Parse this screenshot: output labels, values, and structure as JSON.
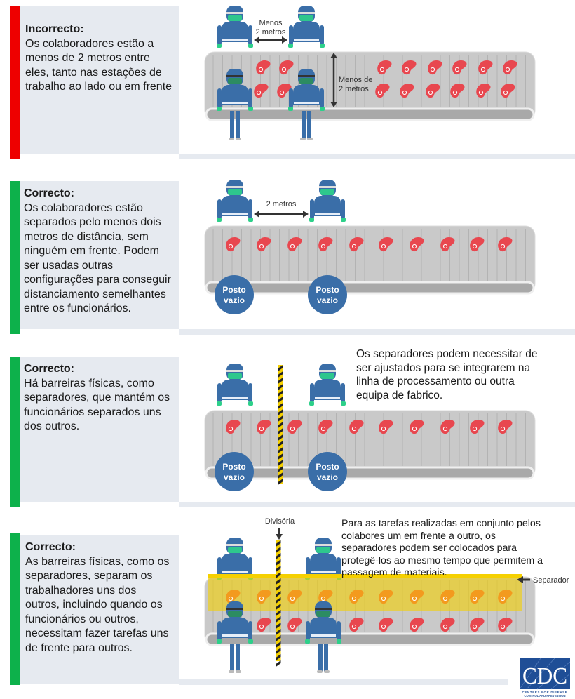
{
  "colors": {
    "incorrect": "#ee0000",
    "correct": "#0db14b",
    "worker": "#3a6ea8",
    "mask": "#2dd08a",
    "meat": "#e8474f",
    "meat_behind_separator": "#f39a1e",
    "separator": "#f5d000",
    "panel_bg": "#e6eaf0"
  },
  "panels": [
    {
      "status": "incorrect",
      "title": "Incorrecto:",
      "body": "Os colaboradores estão a menos de 2 metros entre eles, tanto nas estações de trabalho ao lado ou em frente",
      "labels": {
        "side_distance_line1": "Menos",
        "side_distance_line2": "2 metros",
        "front_distance_line1": "Menos de",
        "front_distance_line2": "2 metros"
      }
    },
    {
      "status": "correct",
      "title": "Correcto:",
      "body": "Os colaboradores estão separados pelo menos dois metros de distância, sem ninguém em frente. Podem ser usadas outras configurações para conseguir distanciamento semelhantes entre os funcionários.",
      "labels": {
        "distance": "2 metros",
        "empty_station_line1": "Posto",
        "empty_station_line2": "vazio"
      }
    },
    {
      "status": "correct",
      "title": "Correcto:",
      "body": "Há barreiras físicas, como separadores, que mantém os funcionários separados uns dos outros.",
      "note": "Os separadores podem necessitar de ser ajustados para se integrarem na linha de processamento ou outra equipa de fabrico.",
      "labels": {
        "empty_station_line1": "Posto",
        "empty_station_line2": "vazio"
      }
    },
    {
      "status": "correct",
      "title": "Correcto:",
      "body": "As barreiras físicas, como os separadores, separam os trabalhadores uns dos outros, incluindo quando os funcionários ou outros, necessitam fazer tarefas uns de frente para outros.",
      "note": "Para as tarefas realizadas em conjunto pelos colabores um em frente a outro, os separadores podem ser colocados para protegê-los ao mesmo tempo que permitem a passagem de materiais.",
      "labels": {
        "divider": "Divisória",
        "separator": "Separador"
      }
    }
  ],
  "logo": {
    "text": "CDC",
    "subtitle": "Centers for Disease Control and Prevention"
  }
}
